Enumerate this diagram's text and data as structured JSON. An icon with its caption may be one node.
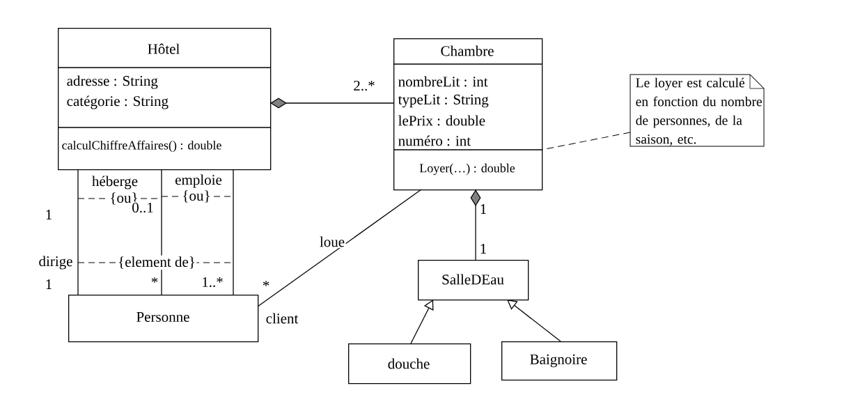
{
  "diagram": {
    "nodes": [
      {
        "text": [
          "Hôtel",
          "adresse : String",
          "catégorie : String",
          "calculChiffreAffaires() : double"
        ]
      },
      {
        "text": [
          "Chambre",
          "nombreLit : int",
          "typeLit : String",
          "lePrix : double",
          "numéro : int",
          "Loyer(…) : double"
        ]
      },
      {
        "text": [
          "Le loyer est calculé en fonction du nombre de personnes, de la saison, etc."
        ]
      },
      {
        "text": [
          "Personne"
        ]
      },
      {
        "text": [
          "SalleDEau"
        ]
      },
      {
        "text": [
          "douche"
        ]
      },
      {
        "text": [
          "Baignoire"
        ]
      }
    ],
    "edges": [
      {
        "from": 0,
        "to": 1,
        "arrow": "other"
      },
      {
        "from": 0,
        "to": 3,
        "arrow": "none"
      },
      {
        "from": 0,
        "to": 3,
        "arrow": "none"
      },
      {
        "from": 0,
        "to": 3,
        "arrow": "none"
      },
      {
        "from": 1,
        "to": 3,
        "arrow": "none"
      },
      {
        "from": 1,
        "to": 4,
        "arrow": "other"
      },
      {
        "from": 5,
        "to": 4,
        "arrow": "to"
      },
      {
        "from": 6,
        "to": 4,
        "arrow": "to"
      },
      {
        "from": 2,
        "to": 1,
        "arrow": "none",
        "style": "dashed"
      }
    ],
    "labels": [
      "2..*",
      "héberge",
      "emploie",
      "{ou}",
      "{ou}",
      "1",
      "0..1",
      "1",
      "loue",
      "dirige",
      "{element de}",
      "1",
      "1",
      "*",
      "1..*",
      "*",
      "client"
    ]
  }
}
